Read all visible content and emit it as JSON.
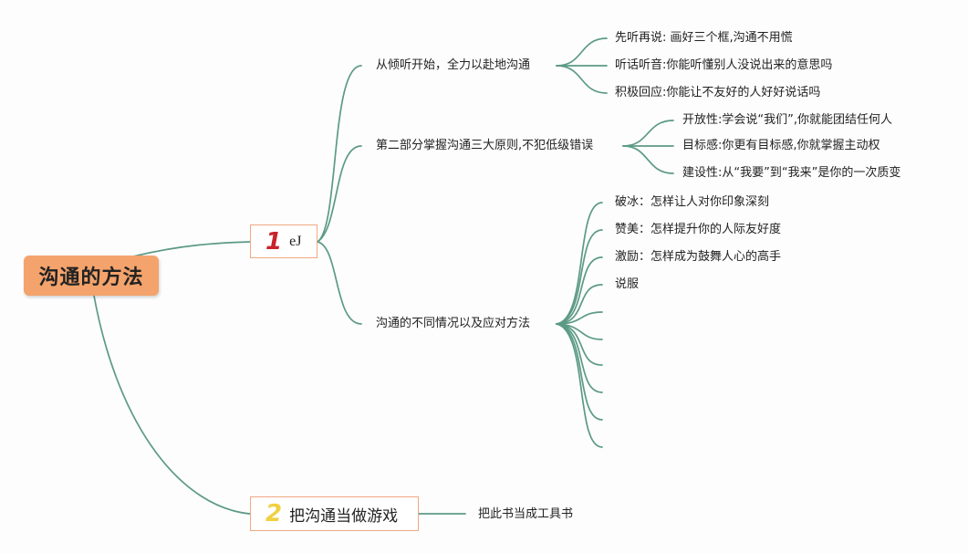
{
  "root": {
    "label": "沟通的方法"
  },
  "branch1": {
    "number": "1",
    "label": "eJ",
    "subtopics": [
      {
        "label": "从倾听开始，全力以赴地沟通",
        "children": [
          "先听再说: 画好三个框,沟通不用慌",
          "听话听音:你能听懂别人没说出来的意思吗",
          "积极回应:你能让不友好的人好好说话吗"
        ]
      },
      {
        "label": "第二部分掌握沟通三大原则,不犯低级错误",
        "children": [
          "开放性:学会说“我们”,你就能团结任何人",
          "目标感:你更有目标感,你就掌握主动权",
          "建设性:从“我要”到“我来”是你的一次质变"
        ]
      },
      {
        "label": "沟通的不同情况以及应对方法",
        "children": [
          "破冰：怎样让人对你印象深刻",
          "赞美：怎样提升你的人际友好度",
          "激励：怎样成为鼓舞人心的高手",
          "说服",
          "",
          "",
          "",
          "",
          "",
          ""
        ]
      }
    ]
  },
  "branch2": {
    "number": "2",
    "label": "把沟通当做游戏",
    "children": [
      "把此书当成工具书"
    ]
  }
}
